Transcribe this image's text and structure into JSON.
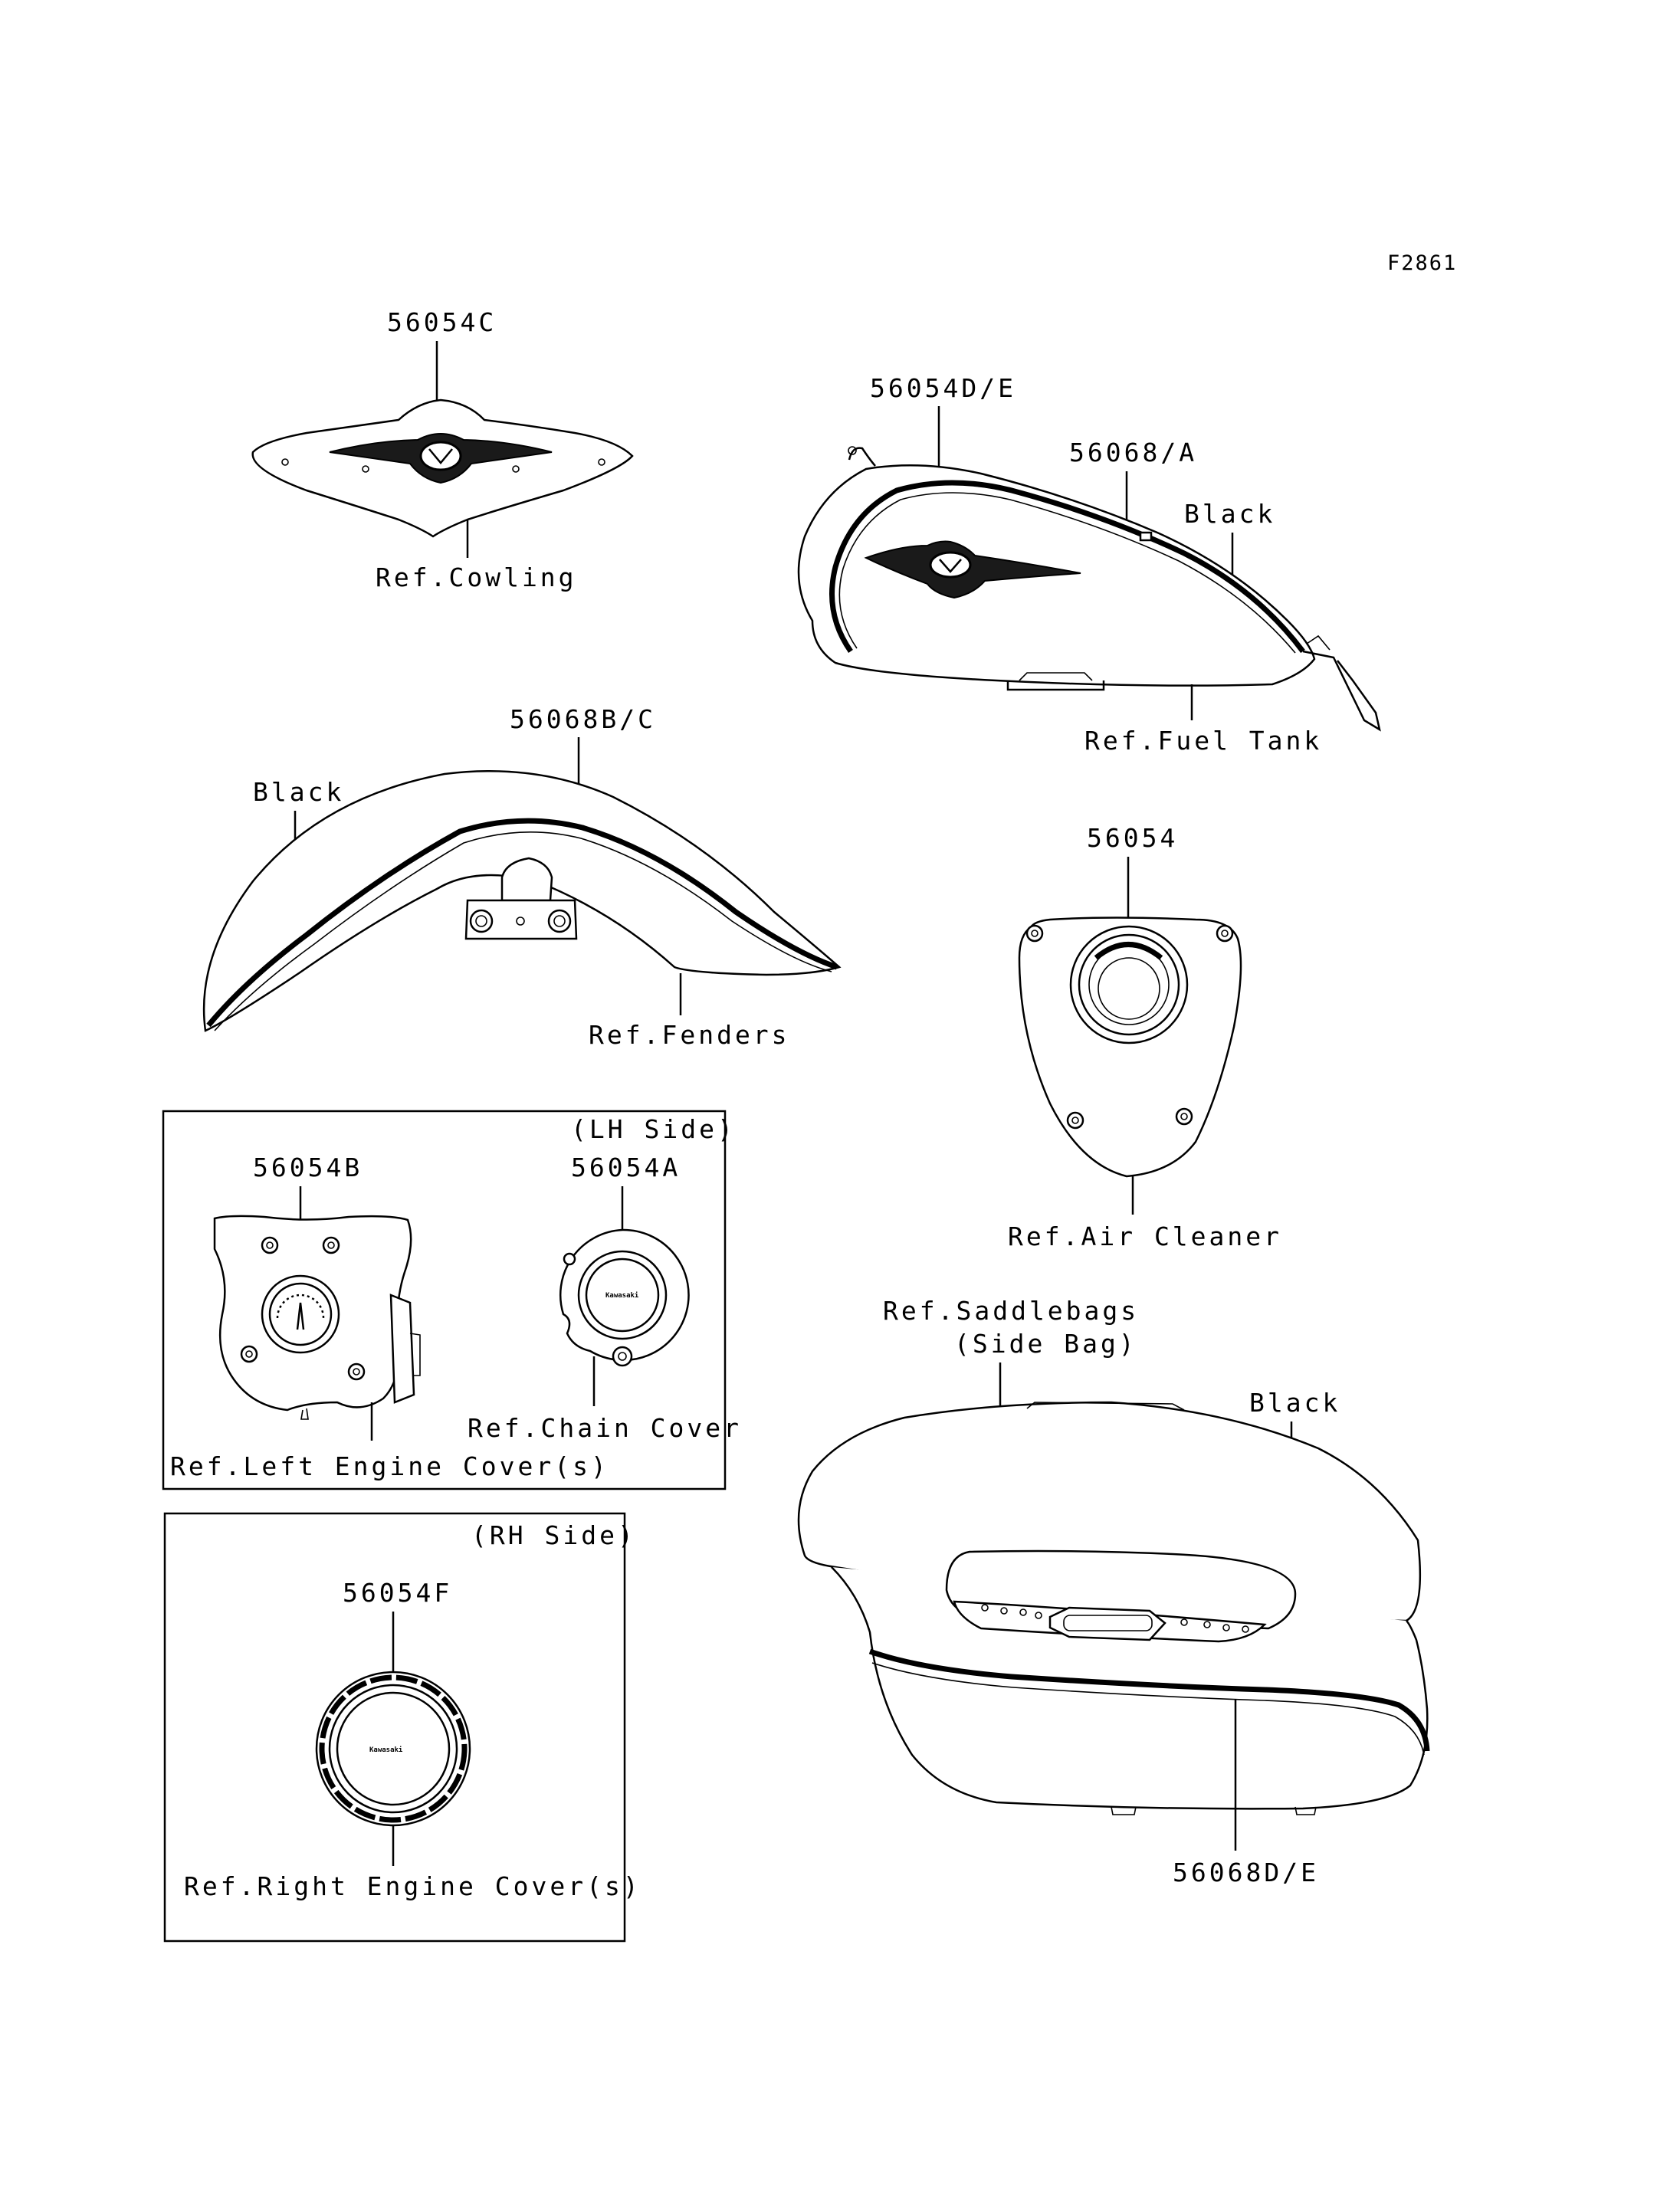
{
  "figure_code": "F2861",
  "labels": {
    "cowling_part": "56054C",
    "cowling_ref": "Ref.Cowling",
    "tank_part": "56054D/E",
    "tank_stripe_part": "56068/A",
    "tank_color": "Black",
    "tank_ref": "Ref.Fuel Tank",
    "fender_part": "56068B/C",
    "fender_color": "Black",
    "fender_ref": "Ref.Fenders",
    "air_cleaner_part": "56054",
    "air_cleaner_ref": "Ref.Air Cleaner",
    "lh_side": "(LH Side)",
    "left_engine_part": "56054B",
    "chain_part": "56054A",
    "chain_ref": "Ref.Chain Cover",
    "left_engine_ref": "Ref.Left Engine Cover(s)",
    "rh_side": "(RH Side)",
    "right_engine_part": "56054F",
    "right_engine_ref": "Ref.Right Engine Cover(s)",
    "saddlebag_ref_line1": "Ref.Saddlebags",
    "saddlebag_ref_line2": "(Side Bag)",
    "saddlebag_color": "Black",
    "saddlebag_part": "56068D/E"
  },
  "logo_text": "Kawasaki"
}
